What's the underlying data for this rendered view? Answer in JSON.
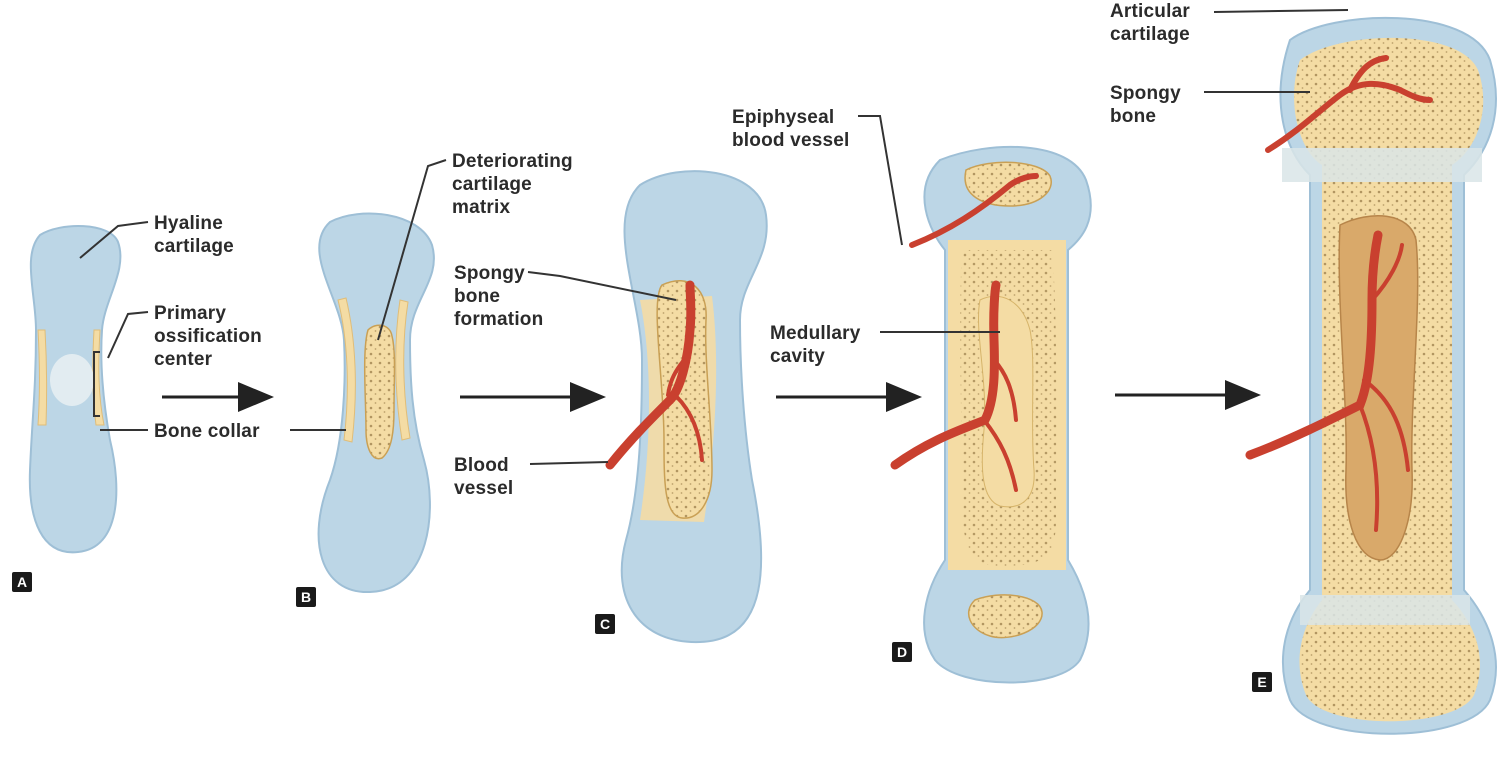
{
  "labels": {
    "hyaline_cartilage": "Hyaline\ncartilage",
    "primary_ossification_center": "Primary\nossification\ncenter",
    "bone_collar": "Bone collar",
    "deteriorating_cartilage_matrix": "Deteriorating\ncartilage\nmatrix",
    "spongy_bone_formation": "Spongy\nbone\nformation",
    "blood_vessel": "Blood\nvessel",
    "epiphyseal_blood_vessel": "Epiphyseal\nblood vessel",
    "medullary_cavity": "Medullary\ncavity",
    "articular_cartilage": "Articular\ncartilage",
    "spongy_bone": "Spongy\nbone"
  },
  "stages": [
    "A",
    "B",
    "C",
    "D",
    "E"
  ],
  "colors": {
    "cartilage": "#bcd6e6",
    "cartilage_edge": "#9ebfd6",
    "bone": "#f4dca4",
    "bone_edge": "#e0bd78",
    "vessel": "#c9402f",
    "vessel_dark": "#8e2418",
    "spongy": "#ecc680",
    "arrow": "#222222"
  }
}
